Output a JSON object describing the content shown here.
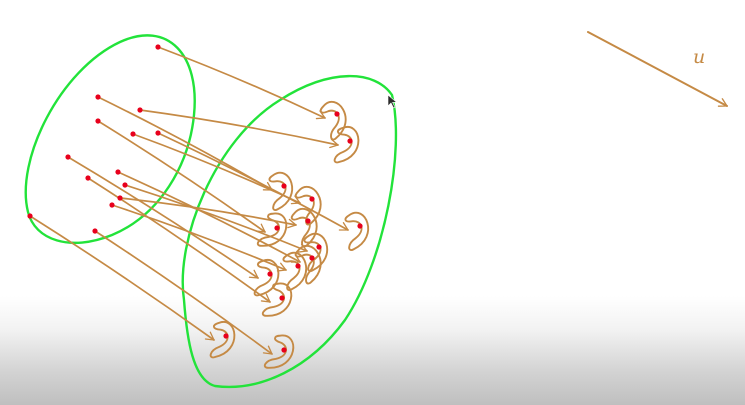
{
  "colors": {
    "ellipse_stroke": "#22e33a",
    "arrow_stroke": "#c58a45",
    "point_fill": "#e8001c",
    "cursor": "#2b2b2b"
  },
  "diagram": {
    "vector_label": "u",
    "translated_point_count": 14,
    "source_region_shape": "green-ellipse",
    "target_region_shape": "green-ellipse",
    "target_blob_shape": "crescent",
    "cursor_icon": "pointer-arrow-icon"
  }
}
